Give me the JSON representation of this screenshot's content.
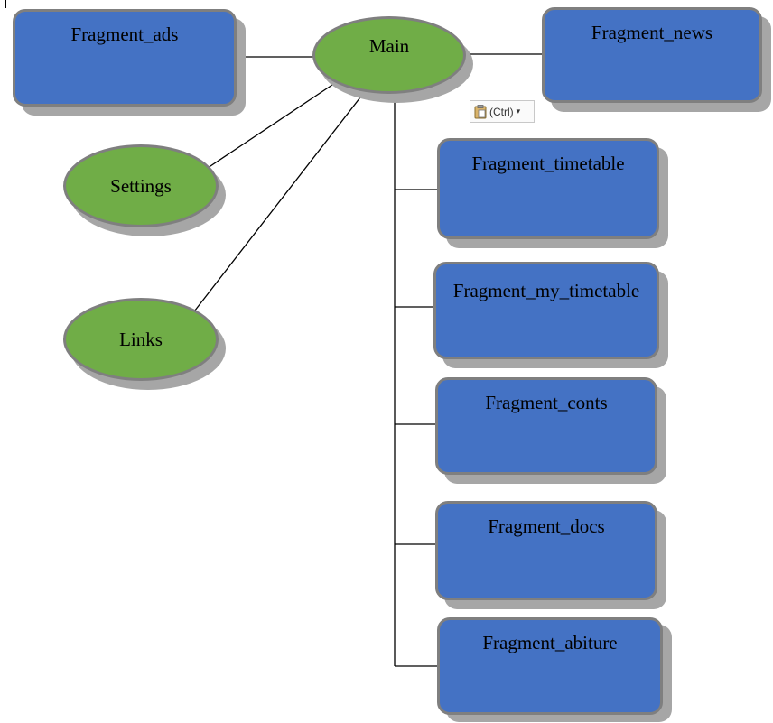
{
  "nodes": {
    "main": "Main",
    "settings": "Settings",
    "links": "Links",
    "fragment_ads": "Fragment_ads",
    "fragment_news": "Fragment_news",
    "fragment_timetable": "Fragment_timetable",
    "fragment_my_timetable": "Fragment_my_timetable",
    "fragment_conts": "Fragment_conts",
    "fragment_docs": "Fragment_docs",
    "fragment_abiture": "Fragment_abiture"
  },
  "paste_options": {
    "label": "(Ctrl)",
    "icon": "clipboard-icon",
    "caret": "▾"
  },
  "colors": {
    "box_fill": "#4472c4",
    "oval_fill": "#70ad47",
    "border": "#7f7f7f",
    "shadow": "#a6a6a6"
  }
}
